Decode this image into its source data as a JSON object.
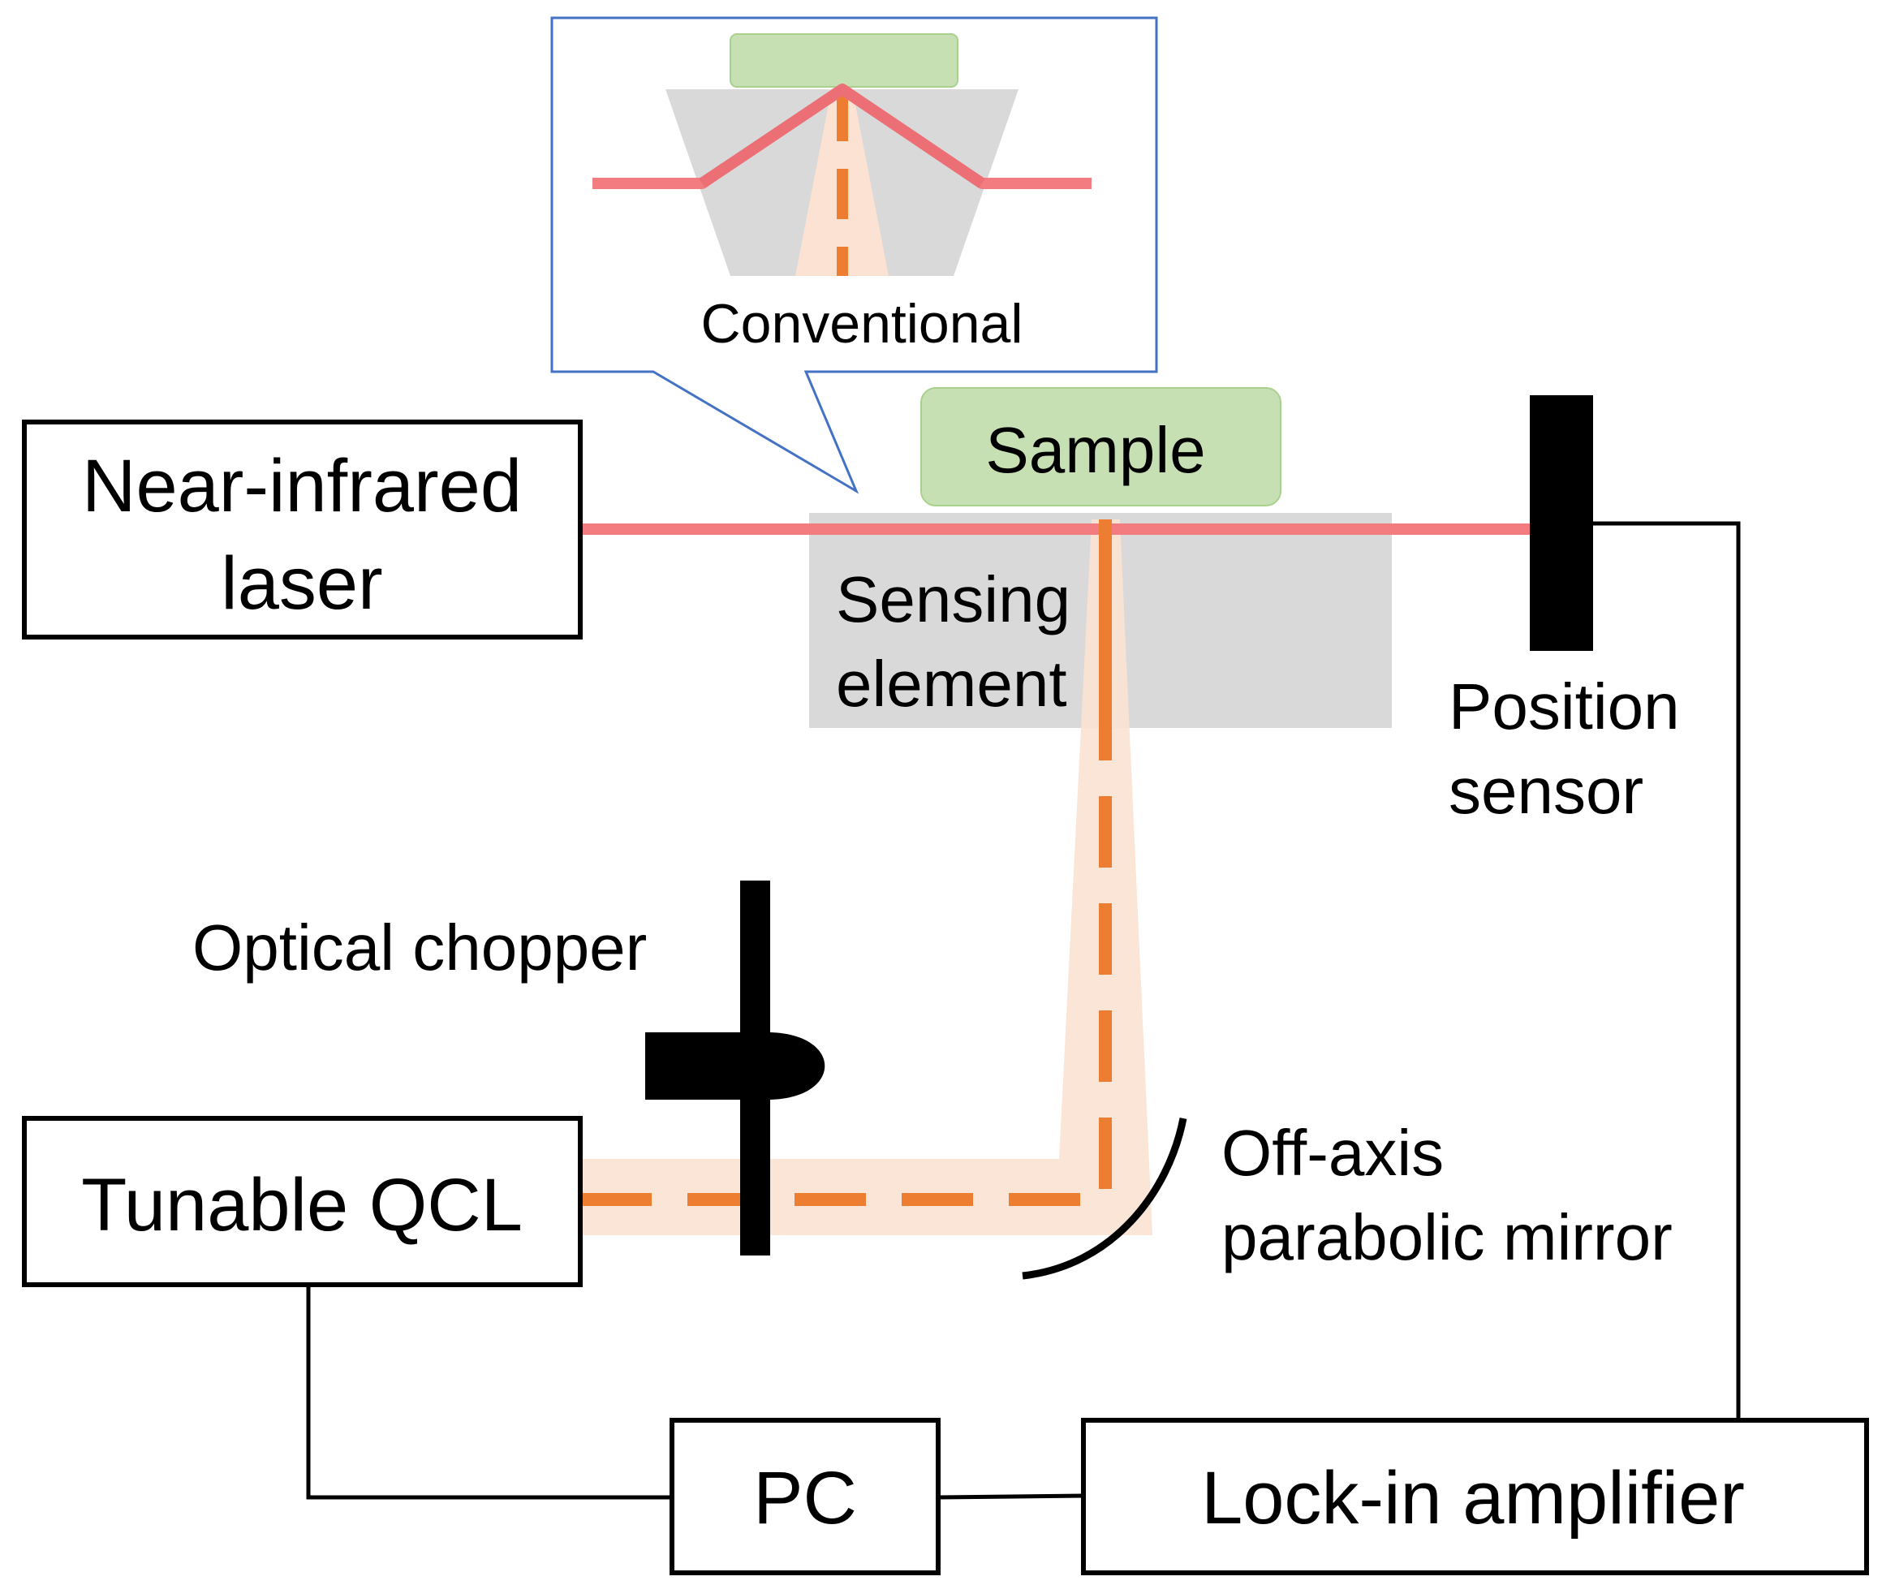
{
  "colors": {
    "background": "#ffffff",
    "outline": "#000000",
    "nir_beam": "#f37c80",
    "qcl_beam_dash": "#ed7d31",
    "qcl_beam_glow": "#fbe2d2",
    "sample_fill": "#c6e0b4",
    "sample_border": "#a9d18e",
    "sensing_element": "#d9d9d9",
    "callout_border": "#4472c4"
  },
  "icons": {
    "position_sensor": "detector-bar",
    "optical_chopper": "chopper-blade",
    "off_axis_mirror": "curved-mirror-arc"
  },
  "callout": {
    "label": "Conventional"
  },
  "components": {
    "nir_laser": {
      "line1": "Near-infrared",
      "line2": "laser"
    },
    "tunable_qcl": {
      "label": "Tunable QCL"
    },
    "pc": {
      "label": "PC"
    },
    "lock_in": {
      "label": "Lock-in amplifier"
    },
    "sample": {
      "label": "Sample"
    },
    "sensing_element": {
      "line1": "Sensing",
      "line2": "element"
    },
    "position_sensor": {
      "line1": "Position",
      "line2": "sensor"
    },
    "optical_chopper": {
      "label": "Optical chopper"
    },
    "mirror": {
      "line1": "Off-axis",
      "line2": "parabolic mirror"
    }
  }
}
